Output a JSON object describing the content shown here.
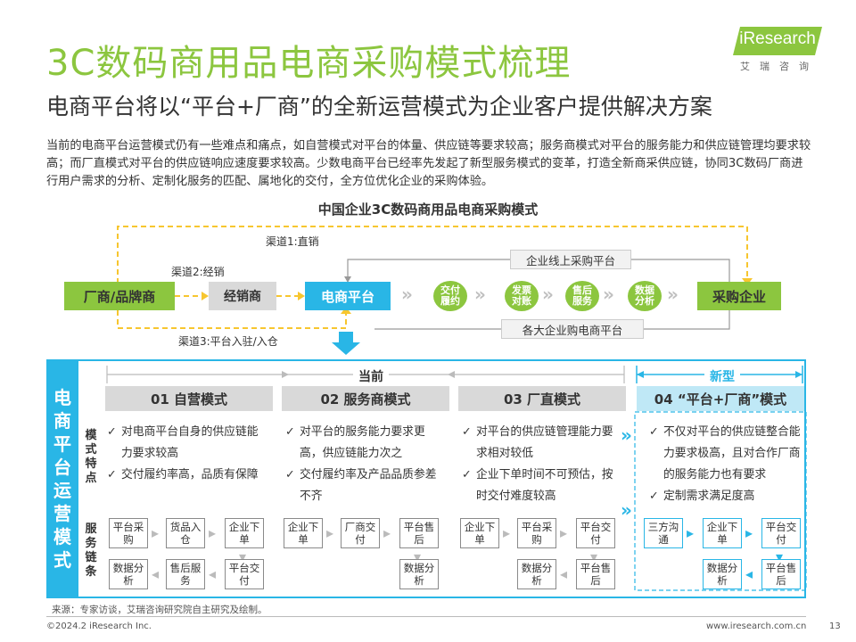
{
  "title": "3C数码商用品电商采购模式梳理",
  "subtitle": "电商平台将以“平台+厂商”的全新运营模式为企业客户提供解决方案",
  "logo": {
    "brand": "iResearch",
    "cn": "艾瑞咨询"
  },
  "intro": "当前的电商平台运营模式仍有一些难点和痛点，如自营模式对平台的体量、供应链等要求较高；服务商模式对平台的服务能力和供应链管理均要求较高；而厂直模式对平台的供应链响应速度要求较高。少数电商平台已经率先发起了新型服务模式的变革，打造全新商采供应链，协同3C数码厂商进行用户需求的分析、定制化服务的匹配、属地化的交付，全方位优化企业的采购体验。",
  "figure_title": "中国企业3C数码商用品电商采购模式",
  "flow": {
    "manufacturer": "厂商/品牌商",
    "distributor": "经销商",
    "platform": "电商平台",
    "buyer": "采购企业",
    "steps": [
      "交付履约",
      "发票对账",
      "售后服务",
      "数据分析"
    ],
    "online_platform": "企业线上采购平台",
    "major_platforms": "各大企业购电商平台",
    "channel1": "渠道1:直销",
    "channel2": "渠道2:经销",
    "channel3": "渠道3:平台入驻/入仓"
  },
  "panel": {
    "sidebar": "电商平台运营模式",
    "label_features": "模式特点",
    "label_chain": "服务链条",
    "current": "当前",
    "new": "新型",
    "modes": [
      {
        "name": "01 自营模式",
        "features": [
          "对电商平台自身的供应链能力要求较高",
          "交付履约率高，品质有保障"
        ],
        "chain_top": [
          "平台采购",
          "货品入仓",
          "企业下单"
        ],
        "chain_bottom": [
          "数据分析",
          "售后服务",
          "平台交付"
        ]
      },
      {
        "name": "02 服务商模式",
        "features": [
          "对平台的服务能力要求更高，供应链能力次之",
          "交付履约率及产品品质参差不齐"
        ],
        "chain_top": [
          "企业下单",
          "厂商交付",
          "平台售后"
        ],
        "chain_bottom": [
          "数据分析"
        ]
      },
      {
        "name": "03 厂直模式",
        "features": [
          "对平台的供应链管理能力要求相对较低",
          "企业下单时间不可预估，按时交付难度较高"
        ],
        "chain_top": [
          "企业下单",
          "平台采购",
          "平台交付"
        ],
        "chain_bottom": [
          "数据分析",
          "平台售后"
        ]
      },
      {
        "name": "04 “平台+厂商”模式",
        "features": [
          "不仅对平台的供应链整合能力要求极高，且对合作厂商的服务能力也有要求",
          "定制需求满足度高"
        ],
        "chain_top": [
          "三方沟通",
          "企业下单",
          "平台交付"
        ],
        "chain_bottom": [
          "数据分析",
          "平台售后"
        ]
      }
    ]
  },
  "footer": {
    "source": "来源：专家访谈，艾瑞咨询研究院自主研究及绘制。",
    "copyright": "©2024.2 iResearch Inc.",
    "url": "www.iresearch.com.cn",
    "page": "13"
  },
  "colors": {
    "green": "#8cc63f",
    "blue": "#29b6e6",
    "gray": "#d9d9d9",
    "dash": "#f7c62f"
  }
}
